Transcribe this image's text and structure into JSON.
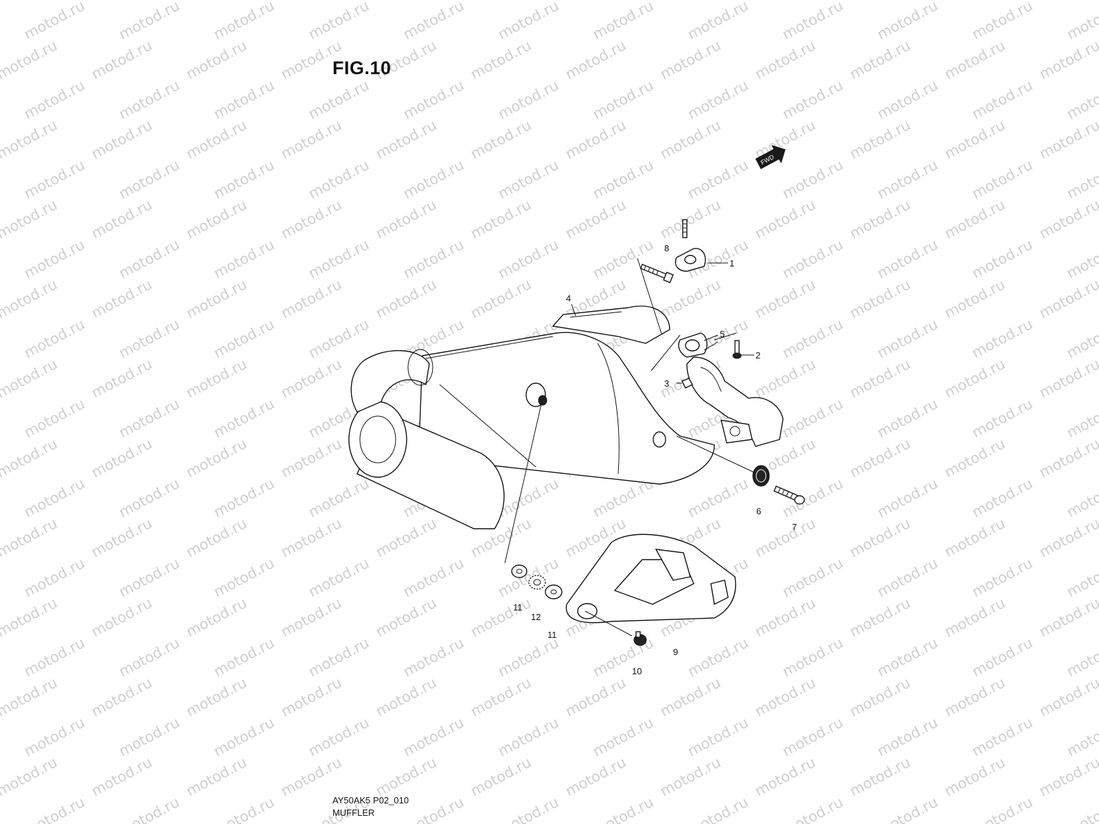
{
  "figure": {
    "title": "FIG.10",
    "code": "AY50AK5 P02_010",
    "name": "MUFFLER"
  },
  "watermark": "motod.ru",
  "fwd_label": "FWD",
  "colors": {
    "line": "#111111",
    "watermark": "#cfcfcf",
    "background": "#ffffff"
  },
  "callouts": [
    {
      "id": "part-1",
      "label": "1"
    },
    {
      "id": "part-2",
      "label": "2"
    },
    {
      "id": "part-3",
      "label": "3"
    },
    {
      "id": "part-4",
      "label": "4"
    },
    {
      "id": "part-5",
      "label": "5"
    },
    {
      "id": "part-6",
      "label": "6"
    },
    {
      "id": "part-7",
      "label": "7"
    },
    {
      "id": "part-8",
      "label": "8"
    },
    {
      "id": "part-9",
      "label": "9"
    },
    {
      "id": "part-10",
      "label": "10"
    },
    {
      "id": "part-11a",
      "label": "11"
    },
    {
      "id": "part-12",
      "label": "12"
    },
    {
      "id": "part-11b",
      "label": "11"
    }
  ]
}
